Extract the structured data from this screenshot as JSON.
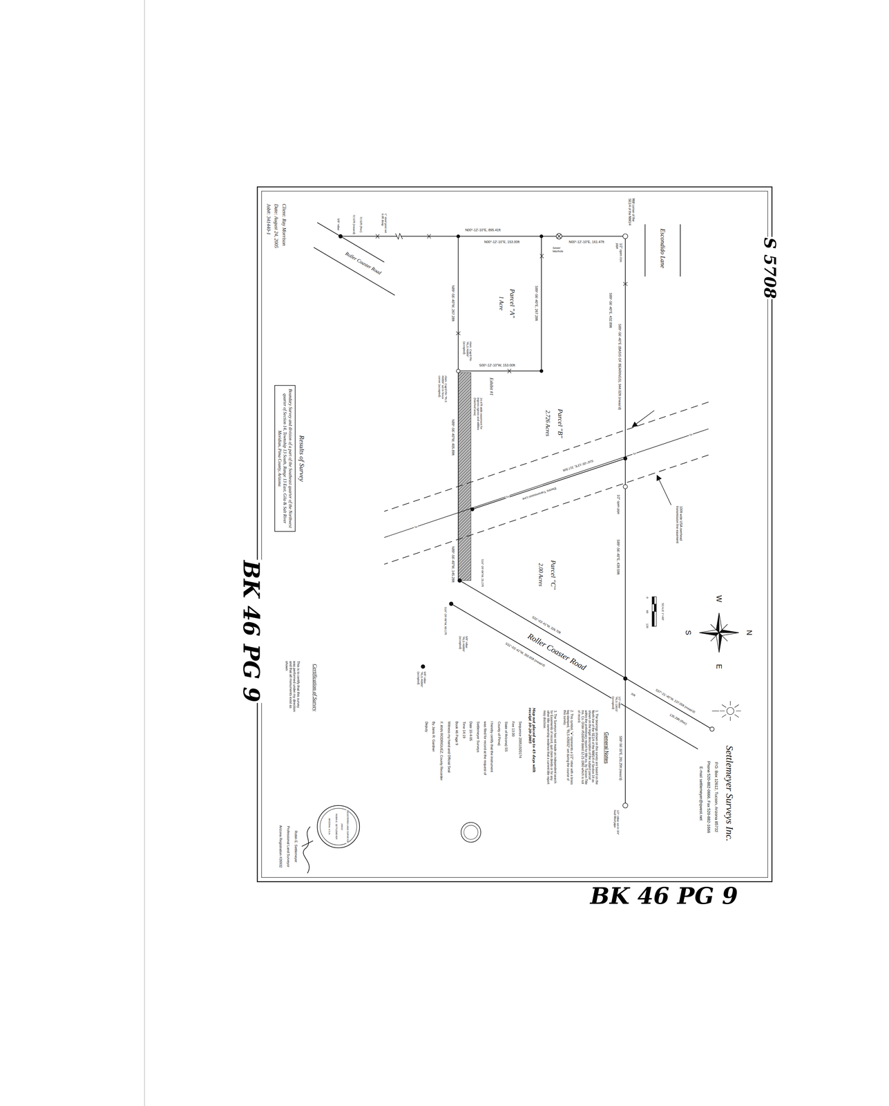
{
  "diagram": {
    "nodes": [
      {
        "text": [
          "Results of Survey",
          "Boundary Survey and division of a part of the Southeast quarter of the Northwest quarter of Section 14, Township 13 South, Range 13 East, Gila & Salt River Meridian, Pima County, Arizona"
        ]
      }
    ],
    "labels": [
      "S 5708",
      "Escondido Lane",
      "NW corner of the SE1/4 of the NW1/4",
      "1/2\" open iron pipe",
      "N00°-12'-10\"E, 161.47ft",
      "Sewer Manhole",
      "N00°-12'-10\"E, 153.00ft",
      "N00°-12'-10\"E, 895.41ft",
      "S89°-56'-40\"E, 267.28ft",
      "Parcel \"A\"",
      "1 Acre",
      "S00°-12'-10\"W, 153.00ft",
      "N89°-56'-40\"W, 267.28ft",
      "Alum. Cap'd Pin \"RLS #6889\" (accepted)",
      "Alum. Cap'd Pin \"RLS #6889\" set in fence corner (accepted)",
      "Exhibit #1",
      "24.47ft wide easement for ingress egress and utilities (hatched area)",
      "Parcel \"B\"",
      "2.726 Acres",
      "N89°-56'-40\"W, 405.89ft",
      "N89°-56'-40\"W, 145.28ft",
      "Parcel \"C\"",
      "2.00 Acres",
      "S89°-56'-40\"E (BASIS OF BEARINGS), 944.02ft (meas'd)",
      "S89°-56'-40\"E, 432.89ft",
      "1/2\" open pipe",
      "S89°-56'-40\"E, 439.59ft",
      "100ft wide USA overhead transmission line easement",
      "Electric Transmission Line",
      "S16°-05'-13\"E, 317.50ft",
      "3",
      "3",
      "3",
      "3",
      "Roller Coaster Road",
      "S31°-03'-41\"W, 326.70ft",
      "S31°-03'-41\"W, 350.65ft (meas'd)",
      "S37°-21'-45\"W, 137.05ft (meas'd)",
      "135.29ft (Rec)",
      "30ft",
      "1/2\" rebar \"RLS 13015\" (accepted)",
      "S89°-56'-30\"E, 281.25ft (meas'd)",
      "1/2\" rebar set in 3/4\" lead filled pipe",
      "General Notes",
      "1. The bearings shown on this survey are based on the North line of the SE1/4 of the NW1/4 of Section 14 as shown on the legal description of the subject parcel within the preliminary report for title ins. by Tucson Title Ins. Co. Order #516049 dated 12-21-1960 which is not of record.",
      "2. This symbol, \"●\" represents a 1/2\" rebar with a brass tag stamped, \"RLS #26932\" set during the course of this survey.",
      "3. The Surveyor has not made an independent search for Easements of record, quit claim deeds or for any other title ownership evidence that a current title report may disclose.",
      "Map not placed up to 45 days with receipt 10-20-2005",
      "Sequence 20051920174",
      "Fee 13.00",
      "State of Arizona) SS",
      "County of Pima)",
      "I hereby certify that the instrument",
      "was filed for record at the request of",
      "Settlemeyer Surveys",
      "Date 10-4-05",
      "Time 14:19",
      "Book 46 Page 9",
      "Witness my hand and Official Seal",
      "F. ANN RODRIGUEZ, County Recorder",
      "By Janis R. Gardner",
      "Deputy",
      "Certification of Survey",
      "This is to certify that this survey was performed under my direction and that all monuments exist as shown",
      "REGISTERED LAND SURVEYOR",
      "26932",
      "ROBIN E. SETTLEMEYER",
      "ARIZONA, U.S.A.",
      "Robin E. Settlemeyer",
      "Professional Land Surveyor",
      "Arizona Registration #26932",
      "BK 46 PG 9",
      "BK 46 PG 9",
      "Settlemeyer Surveys Inc.",
      "P.O. Box 12612, Tucson, Arizona 85732",
      "Phone 520-882-0666, Fax 520-882-1666",
      "E-mail settlemeyer@qwest.net",
      "N",
      "S",
      "W",
      "E",
      "0",
      "60",
      "120",
      "SCALE 1\"=60'",
      "Client: Ray Morrison",
      "Date: August 24, 2005",
      "Job#: 341440-1",
      "Roller Coaster Road",
      "72.52ft (Rec)",
      "72.57ft (meas'd)",
      "5/8\" rebar",
      "1\" steel post set 6.0ft deep",
      "S16°-20'-06\"W, 25.27ft",
      "S16°-20'-06\"W, 60.17ft",
      "5/8\" rebar \"RLS #6889\" (accepted)",
      "5/8\" rebar \"RLS #6889\" (accepted)"
    ]
  }
}
